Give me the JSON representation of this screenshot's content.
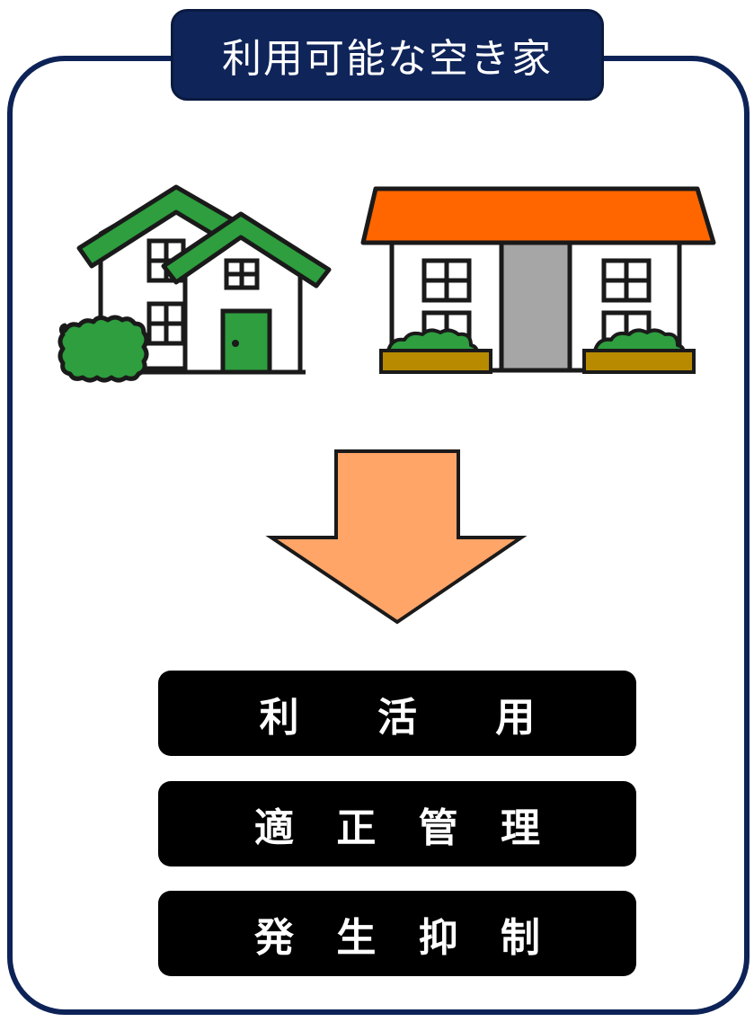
{
  "header": {
    "title": "利用可能な空き家"
  },
  "actions": [
    {
      "label": "利 活 用"
    },
    {
      "label": "適 正 管 理"
    },
    {
      "label": "発 生 抑 制"
    }
  ],
  "icons": {
    "left_house": "house-with-hedge-icon",
    "right_house": "single-story-house-icon",
    "arrow": "down-arrow-icon"
  },
  "colors": {
    "frame": "#0d2357",
    "title_bg": "#0f2459",
    "green_roof": "#2e9e3e",
    "orange_roof": "#ff6600",
    "arrow_fill": "#ffa568",
    "planter": "#b88a00",
    "door_gray": "#a6a6a6",
    "button_bg": "#000000"
  }
}
